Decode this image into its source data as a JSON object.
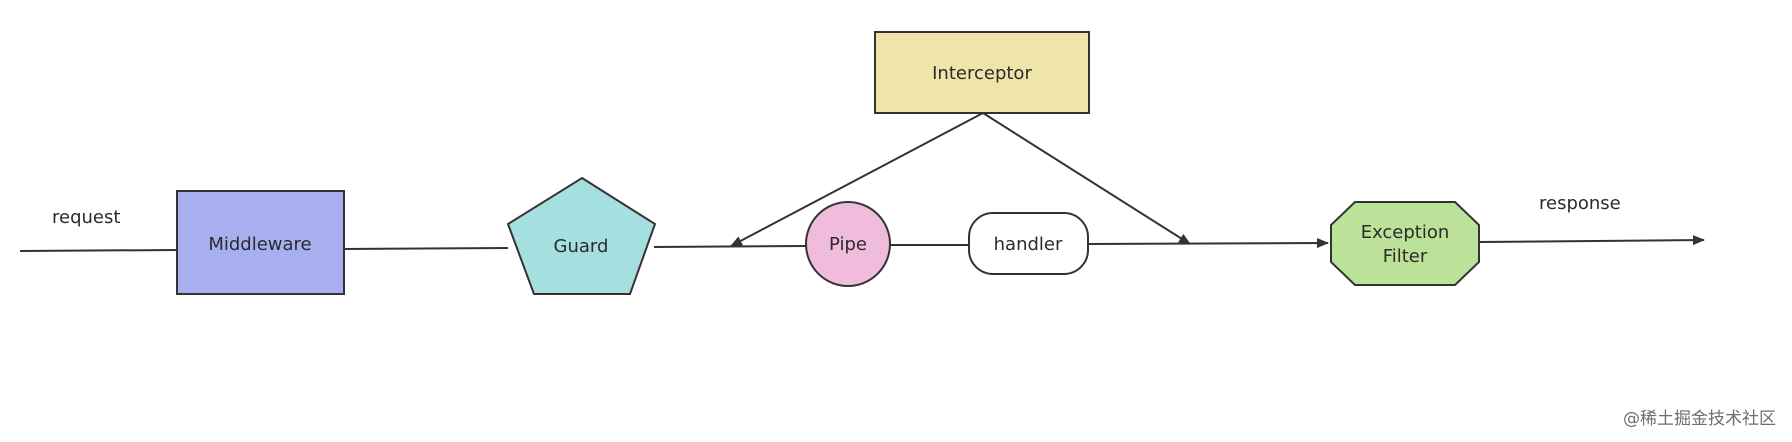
{
  "diagram": {
    "labels": {
      "request": "request",
      "response": "response"
    },
    "nodes": {
      "middleware": {
        "label": "Middleware",
        "color": "#a7afee"
      },
      "guard": {
        "label": "Guard",
        "color": "#a6dfe0"
      },
      "pipe": {
        "label": "Pipe",
        "color": "#efbcdc"
      },
      "handler": {
        "label": "handler",
        "color": "#ffffff"
      },
      "interceptor": {
        "label": "Interceptor",
        "color": "#f0e5a8"
      },
      "exception_filter": {
        "label_line1": "Exception",
        "label_line2": "Filter",
        "color": "#bbe298"
      }
    },
    "edge_color": "#333333"
  },
  "watermark": "@稀土掘金技术社区"
}
